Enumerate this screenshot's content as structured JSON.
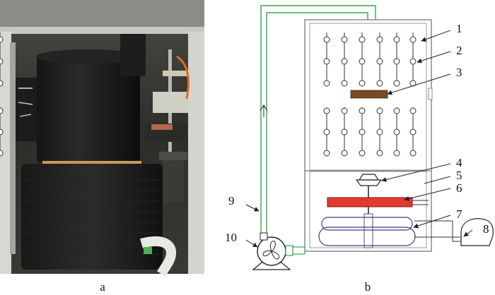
{
  "panels": {
    "a": {
      "label": "a"
    },
    "b": {
      "label": "b"
    }
  },
  "callouts": [
    "1",
    "2",
    "3",
    "4",
    "5",
    "6",
    "7",
    "8",
    "9",
    "10"
  ],
  "colors": {
    "pipe": "#3aa54a",
    "heater": "#e23a2e",
    "sample": "#7a4a24",
    "coil": "#3c3a8e",
    "frame": "#888888"
  },
  "icons": {
    "pump": "fan-pump-icon",
    "flow": "arrow-up-icon"
  }
}
